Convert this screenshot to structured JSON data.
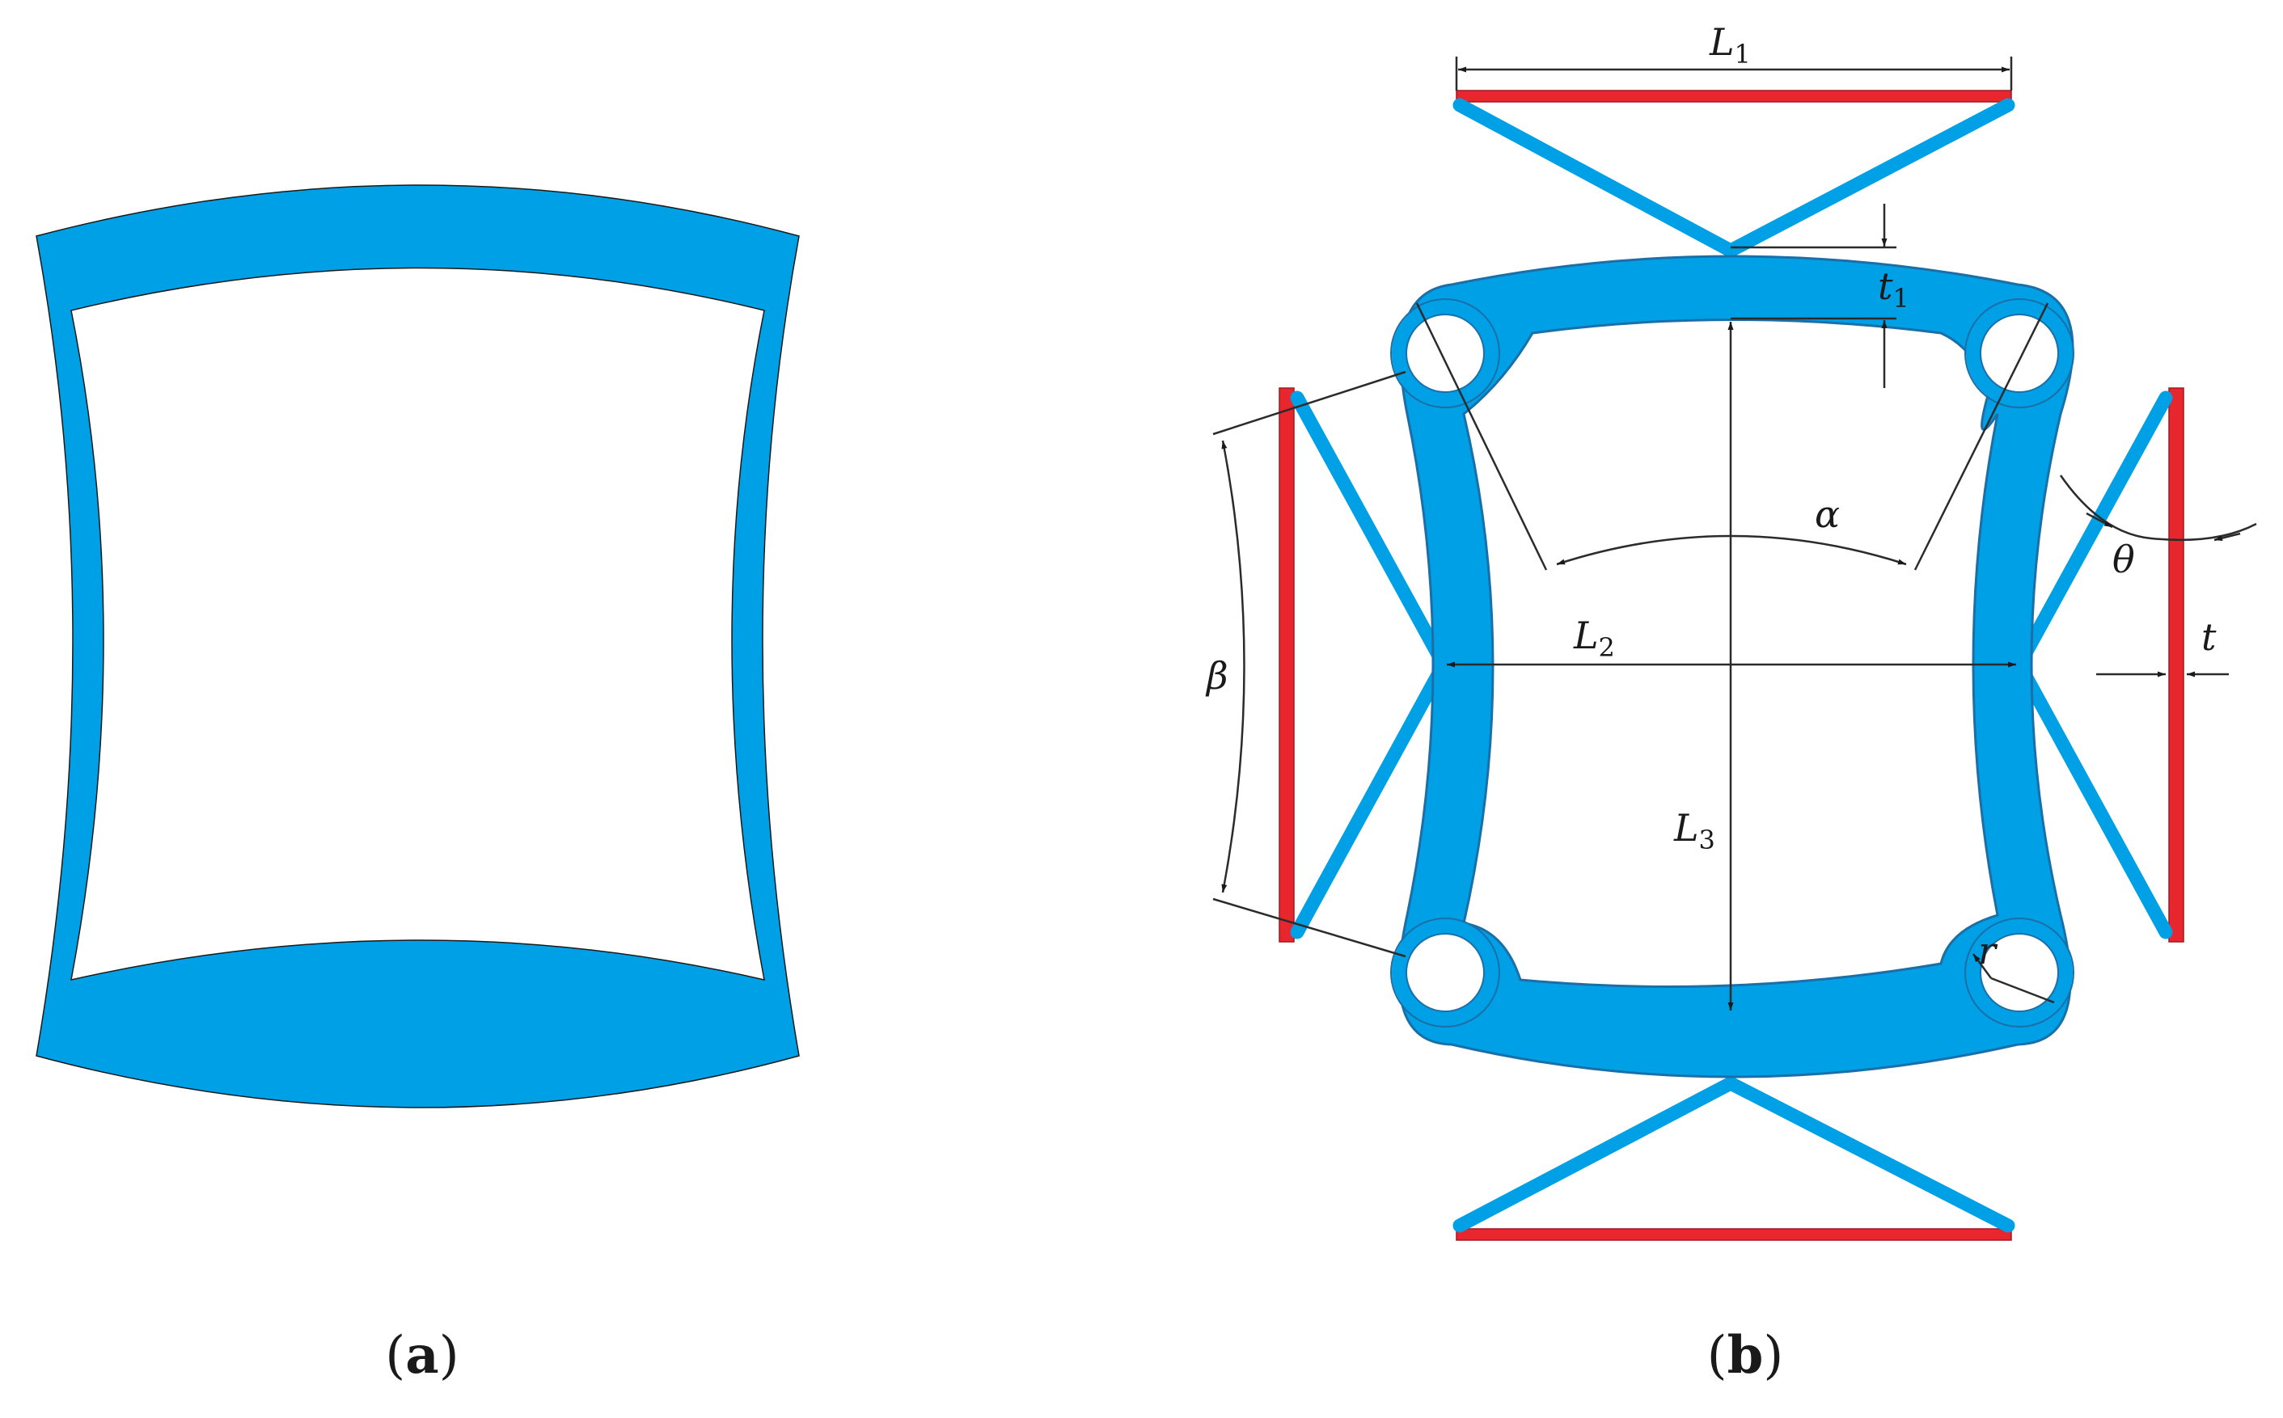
{
  "colors": {
    "cell_blue": "#00a0e6",
    "cell_edge": "#1a6fa8",
    "strut_red": "#e8262e",
    "dimension": "#2b2b2b"
  },
  "panels": {
    "a": {
      "caption_open": "(",
      "caption_letter": "a",
      "caption_close": ")"
    },
    "b": {
      "caption_open": "(",
      "caption_letter": "b",
      "caption_close": ")"
    }
  },
  "labels": {
    "L1": {
      "main": "L",
      "sub": "1"
    },
    "L2": {
      "main": "L",
      "sub": "2"
    },
    "L3": {
      "main": "L",
      "sub": "3"
    },
    "t1": {
      "main": "t",
      "sub": "1"
    },
    "alpha": "α",
    "beta": "β",
    "theta": "θ",
    "t": "t",
    "r": "r"
  }
}
